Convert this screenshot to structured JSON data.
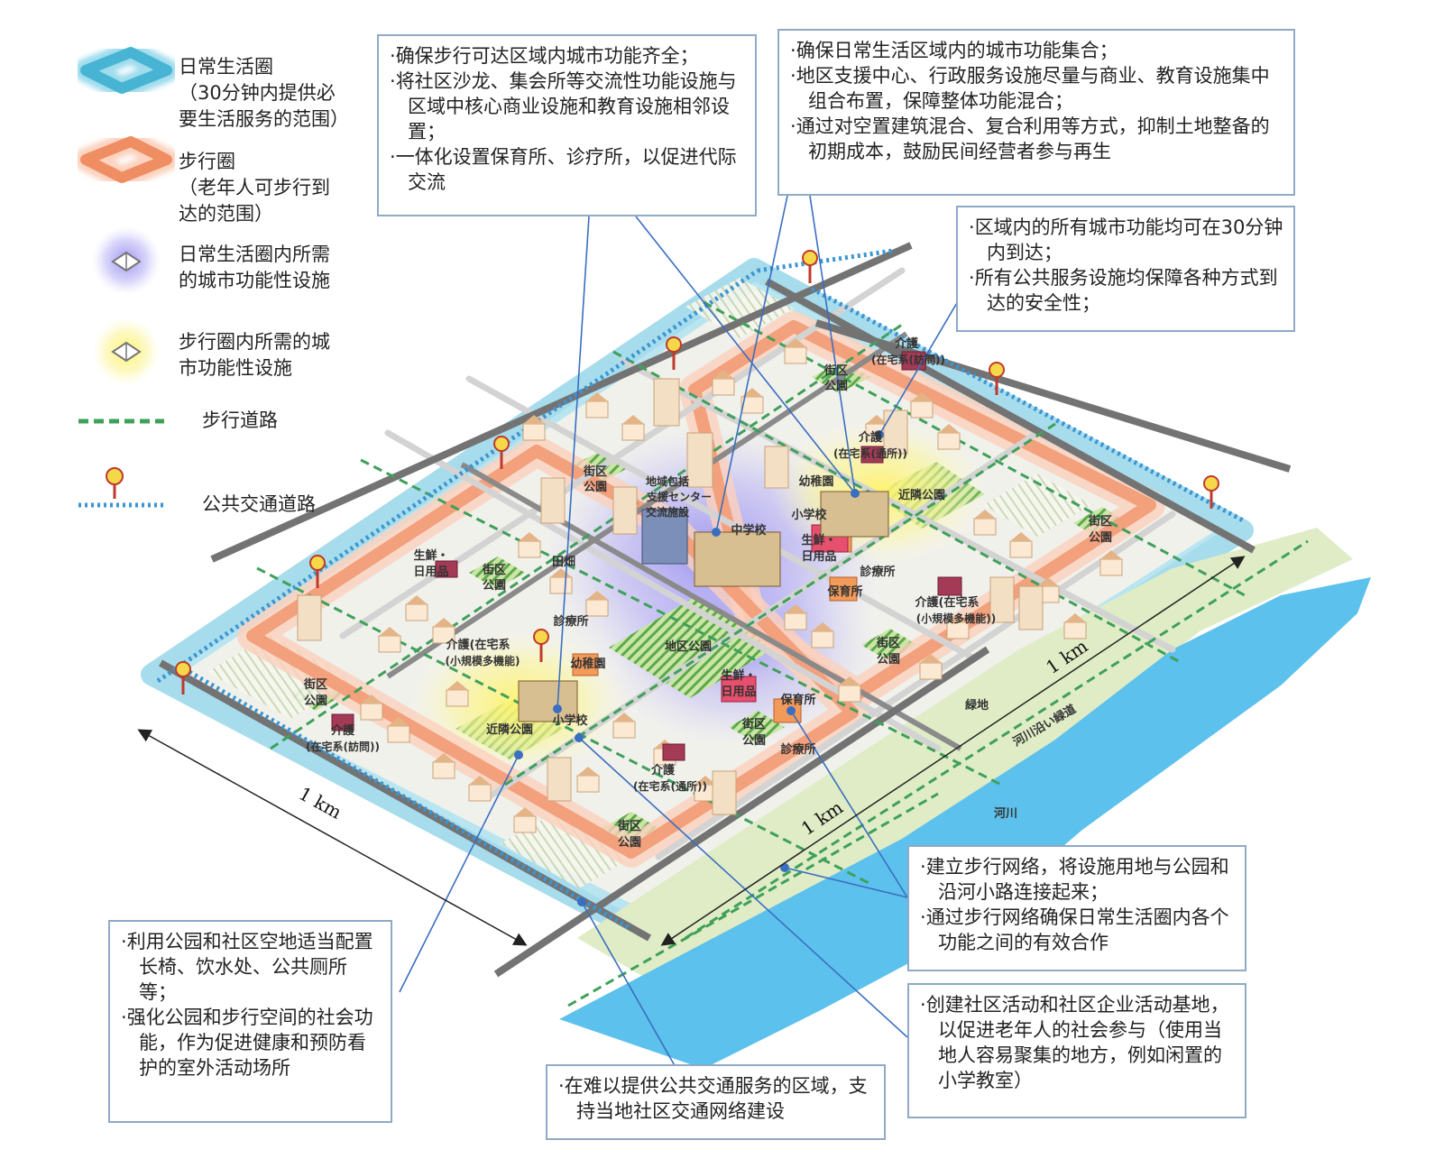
{
  "legend": [
    {
      "label": "日常生活圈\n（30分钟内提供必\n要生活服务的范围）"
    },
    {
      "label": "步行圈\n（老年人可步行到\n达的范围）"
    },
    {
      "label": "日常生活圈内所需\n的城市功能性设施"
    },
    {
      "label": "步行圈内所需的城\n市功能性设施"
    },
    {
      "label": "步行道路"
    },
    {
      "label": "公共交通道路"
    }
  ],
  "callouts": {
    "c1": [
      "确保步行可达区域内城市功能齐全；",
      "将社区沙龙、集会所等交流性功能设施与区域中核心商业设施和教育设施相邻设置；",
      "一体化设置保育所、诊疗所，以促进代际交流"
    ],
    "c2": [
      "确保日常生活区域内的城市功能集合；",
      "地区支援中心、行政服务设施尽量与商业、教育设施集中组合布置，保障整体功能混合；",
      "通过对空置建筑混合、复合利用等方式，抑制土地整备的初期成本，鼓励民间经营者参与再生"
    ],
    "c3": [
      "区域内的所有城市功能均可在30分钟内到达；",
      "所有公共服务设施均保障各种方式到达的安全性；"
    ],
    "c4": [
      "建立步行网络，将设施用地与公园和沿河小路连接起来；",
      "通过步行网络确保日常生活圈内各个功能之间的有效合作"
    ],
    "c5": [
      "利用公园和社区空地适当配置长椅、饮水处、公共厕所等；",
      "强化公园和步行空间的社会功能，作为促进健康和预防看护的室外活动场所"
    ],
    "c6": [
      "创建社区活动和社区企业活动基地，以促进老年人的社会参与（使用当地人容易聚集的地方，例如闲置的小学教室）"
    ],
    "c7": [
      "在难以提供公共交通服务的区域，支持当地社区交通网络建设"
    ]
  },
  "map_labels": {
    "l1": "介護",
    "l2": "(在宅系(訪問))",
    "l3": "街区",
    "l4": "公園",
    "l5": "介護",
    "l6": "(在宅系(通所))",
    "l7": "幼稚園",
    "l8": "小学校",
    "l9": "近隣公園",
    "l10": "地域包括",
    "l11": "支援センター",
    "l12": "交流施設",
    "l13": "中学校",
    "l14": "街区",
    "l15": "公園",
    "l16": "生鮮・",
    "l17": "日用品",
    "l18": "診療所",
    "l19": "保育所",
    "l20": "街区",
    "l21": "公園",
    "l22": "介護(在宅系",
    "l23": "(小規模多機能))",
    "l24": "生鮮・",
    "l25": "日用品",
    "l26": "街区",
    "l27": "公園",
    "l28": "田畑",
    "l29": "診療所",
    "l30": "地区公園",
    "l31": "介護(在宅系",
    "l32": "(小規模多機能)",
    "l33": "幼稚園",
    "l34": "小学校",
    "l35": "近隣公園",
    "l36": "生鮮・",
    "l37": "日用品",
    "l38": "保育所",
    "l39": "街区",
    "l40": "公園",
    "l41": "診療所",
    "l42": "介護",
    "l43": "(在宅系(通所))",
    "l44": "街区",
    "l45": "公園",
    "l46": "街区",
    "l47": "公園",
    "l48": "介護",
    "l49": "(在宅系(訪問))",
    "l50": "街区",
    "l51": "公園",
    "l52": "緑地",
    "l53": "河川沿い緑道",
    "l54": "河川",
    "l55": "街区",
    "l56": "公園"
  },
  "dimensions": {
    "d1": "1 km",
    "d2": "1 km",
    "d3": "1 km"
  },
  "colors": {
    "life_circle": "#6bc6dc",
    "walk_circle": "#f4a27e",
    "walk_road": "#3fa05a",
    "transit_road": "#3a95d2",
    "river": "#5cc1ec",
    "greenbelt": "#dfecc6",
    "callout_border": "#8fa9c6",
    "leader": "#3a6ec0"
  }
}
